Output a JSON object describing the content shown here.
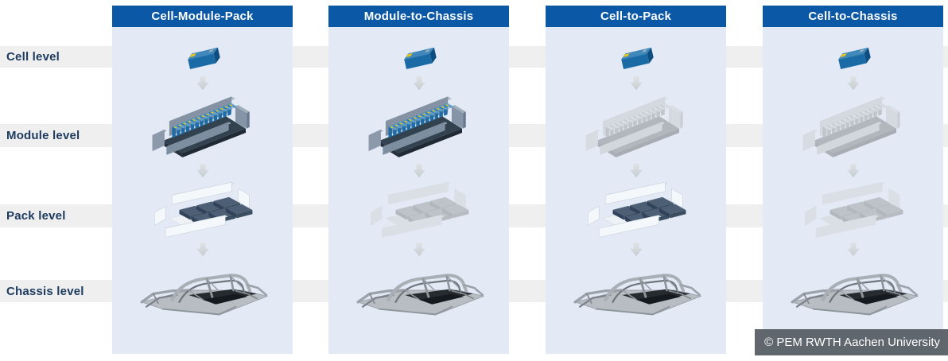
{
  "rows": [
    {
      "label": "Cell level"
    },
    {
      "label": "Module level"
    },
    {
      "label": "Pack level"
    },
    {
      "label": "Chassis level"
    }
  ],
  "columns": [
    {
      "title": "Cell-Module-Pack",
      "cell": "solid",
      "module": "solid",
      "pack": "solid",
      "chassis": "solid"
    },
    {
      "title": "Module-to-Chassis",
      "cell": "solid",
      "module": "solid",
      "pack": "ghost",
      "chassis": "solid"
    },
    {
      "title": "Cell-to-Pack",
      "cell": "solid",
      "module": "ghost",
      "pack": "solid",
      "chassis": "solid"
    },
    {
      "title": "Cell-to-Chassis",
      "cell": "solid",
      "module": "ghost",
      "pack": "ghost",
      "chassis": "solid"
    }
  ],
  "credit": "© PEM RWTH Aachen University",
  "icons": {
    "cell": "battery-cell-icon",
    "module": "battery-module-icon",
    "pack": "battery-pack-icon",
    "chassis": "vehicle-chassis-icon",
    "arrow": "down-arrow-icon"
  },
  "colors": {
    "header_blue": "#0a58a6",
    "column_bg": "#e3eaf6",
    "row_band_gray": "#efefef",
    "label_navy": "#1c3a5e",
    "credit_bg": "#565c63",
    "cell_blue": "#1a6aa5",
    "terminal_yellow": "#e6c51f",
    "arrow_gray": "#d3d8dc",
    "module_slate": "#4c5f74"
  }
}
